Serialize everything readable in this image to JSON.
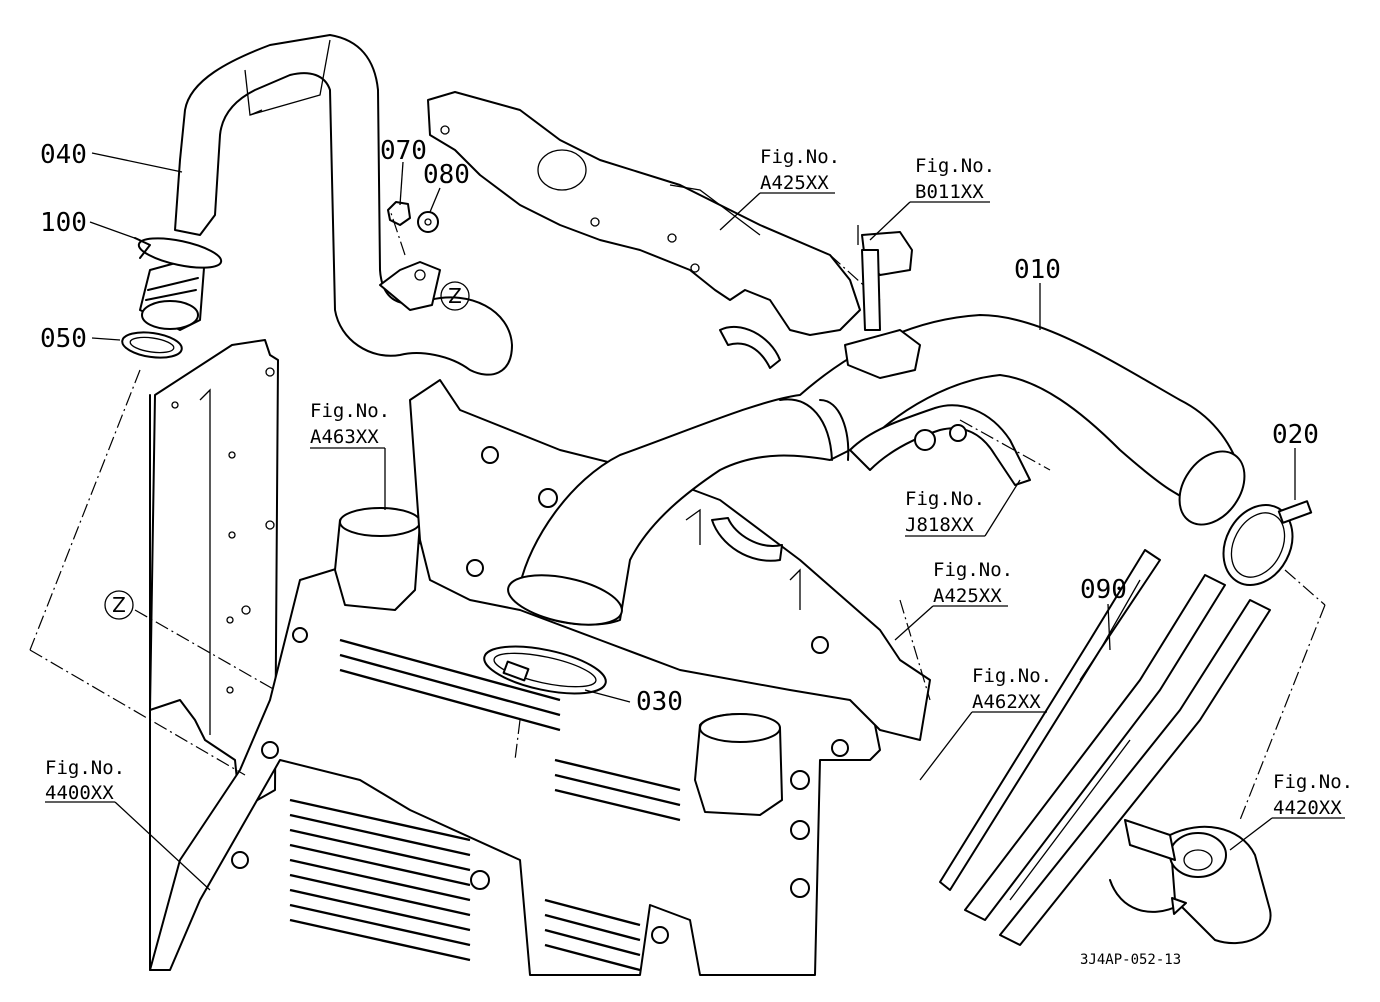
{
  "part_labels": {
    "p010": "010",
    "p020": "020",
    "p030": "030",
    "p040": "040",
    "p050": "050",
    "p070": "070",
    "p080": "080",
    "p090": "090",
    "p100": "100"
  },
  "fig_refs": {
    "a425_top": {
      "label": "Fig.No.",
      "code": "A425XX"
    },
    "b011": {
      "label": "Fig.No.",
      "code": "B011XX"
    },
    "a463": {
      "label": "Fig.No.",
      "code": "A463XX"
    },
    "j818": {
      "label": "Fig.No.",
      "code": "J818XX"
    },
    "a425_mid": {
      "label": "Fig.No.",
      "code": "A425XX"
    },
    "a462": {
      "label": "Fig.No.",
      "code": "A462XX"
    },
    "f4400": {
      "label": "Fig.No.",
      "code": "4400XX"
    },
    "f4420": {
      "label": "Fig.No.",
      "code": "4420XX"
    }
  },
  "ref_marker": "Z",
  "drawing_code": "3J4AP-052-13"
}
